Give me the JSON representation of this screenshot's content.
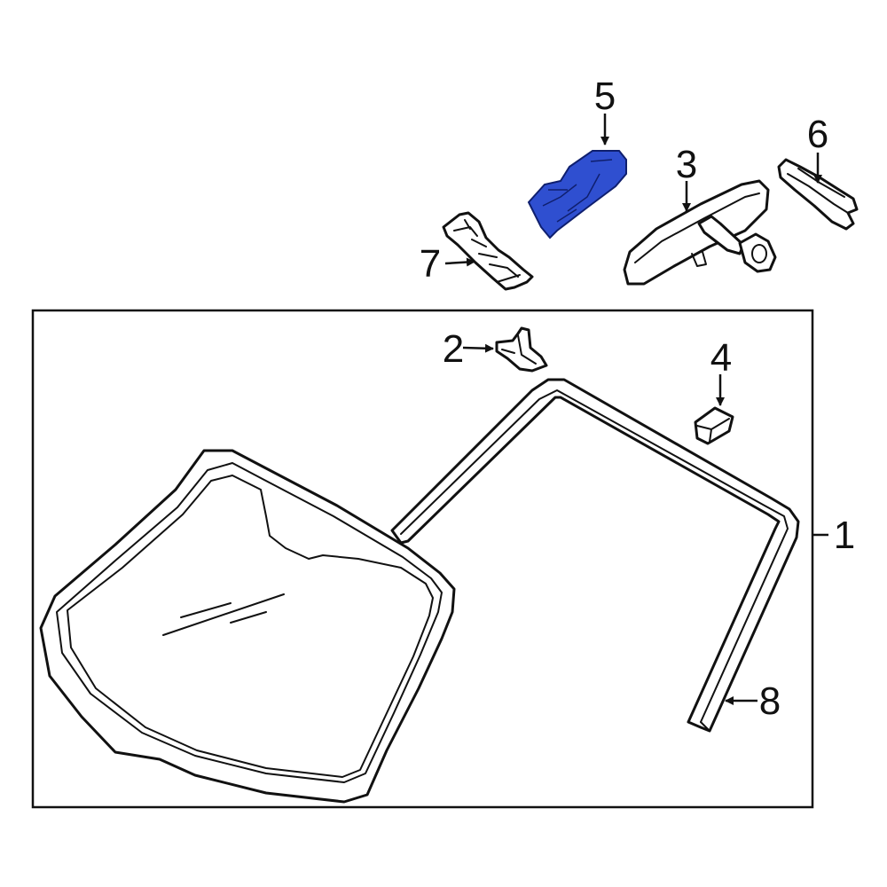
{
  "colors": {
    "line": "#111111",
    "background": "#ffffff",
    "highlight_fill": "#2f4fd0",
    "highlight_stroke": "#0f1f6e"
  },
  "callouts": {
    "c1": "1",
    "c2": "2",
    "c3": "3",
    "c4": "4",
    "c5": "5",
    "c6": "6",
    "c7": "7",
    "c8": "8"
  }
}
